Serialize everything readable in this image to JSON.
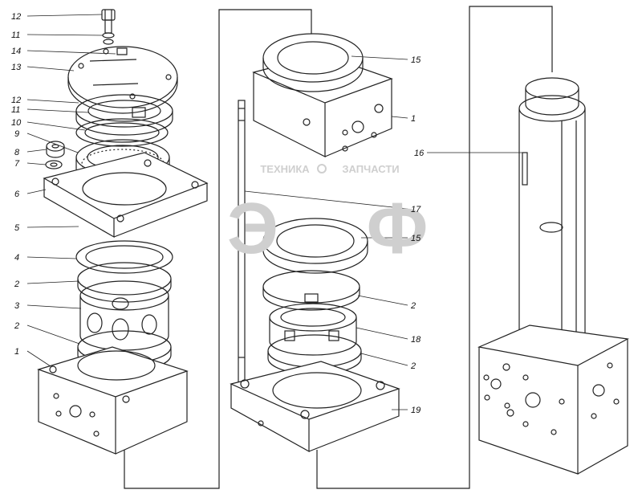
{
  "watermark": {
    "left_text": "ТЕХНИКА",
    "right_text": "ЗАПЧАСТИ",
    "letters": [
      "Э",
      "Ф"
    ]
  },
  "callouts": {
    "left": [
      "12",
      "11",
      "14",
      "13",
      "12",
      "11",
      "10",
      "9",
      "8",
      "7",
      "6",
      "5",
      "4",
      "2",
      "3",
      "2",
      "1"
    ],
    "middle": [
      "15",
      "1",
      "17",
      "15",
      "2",
      "18",
      "2",
      "19"
    ],
    "right": [
      "16"
    ]
  },
  "colors": {
    "ink": "#222222",
    "watermark": "#cfcfcf"
  }
}
